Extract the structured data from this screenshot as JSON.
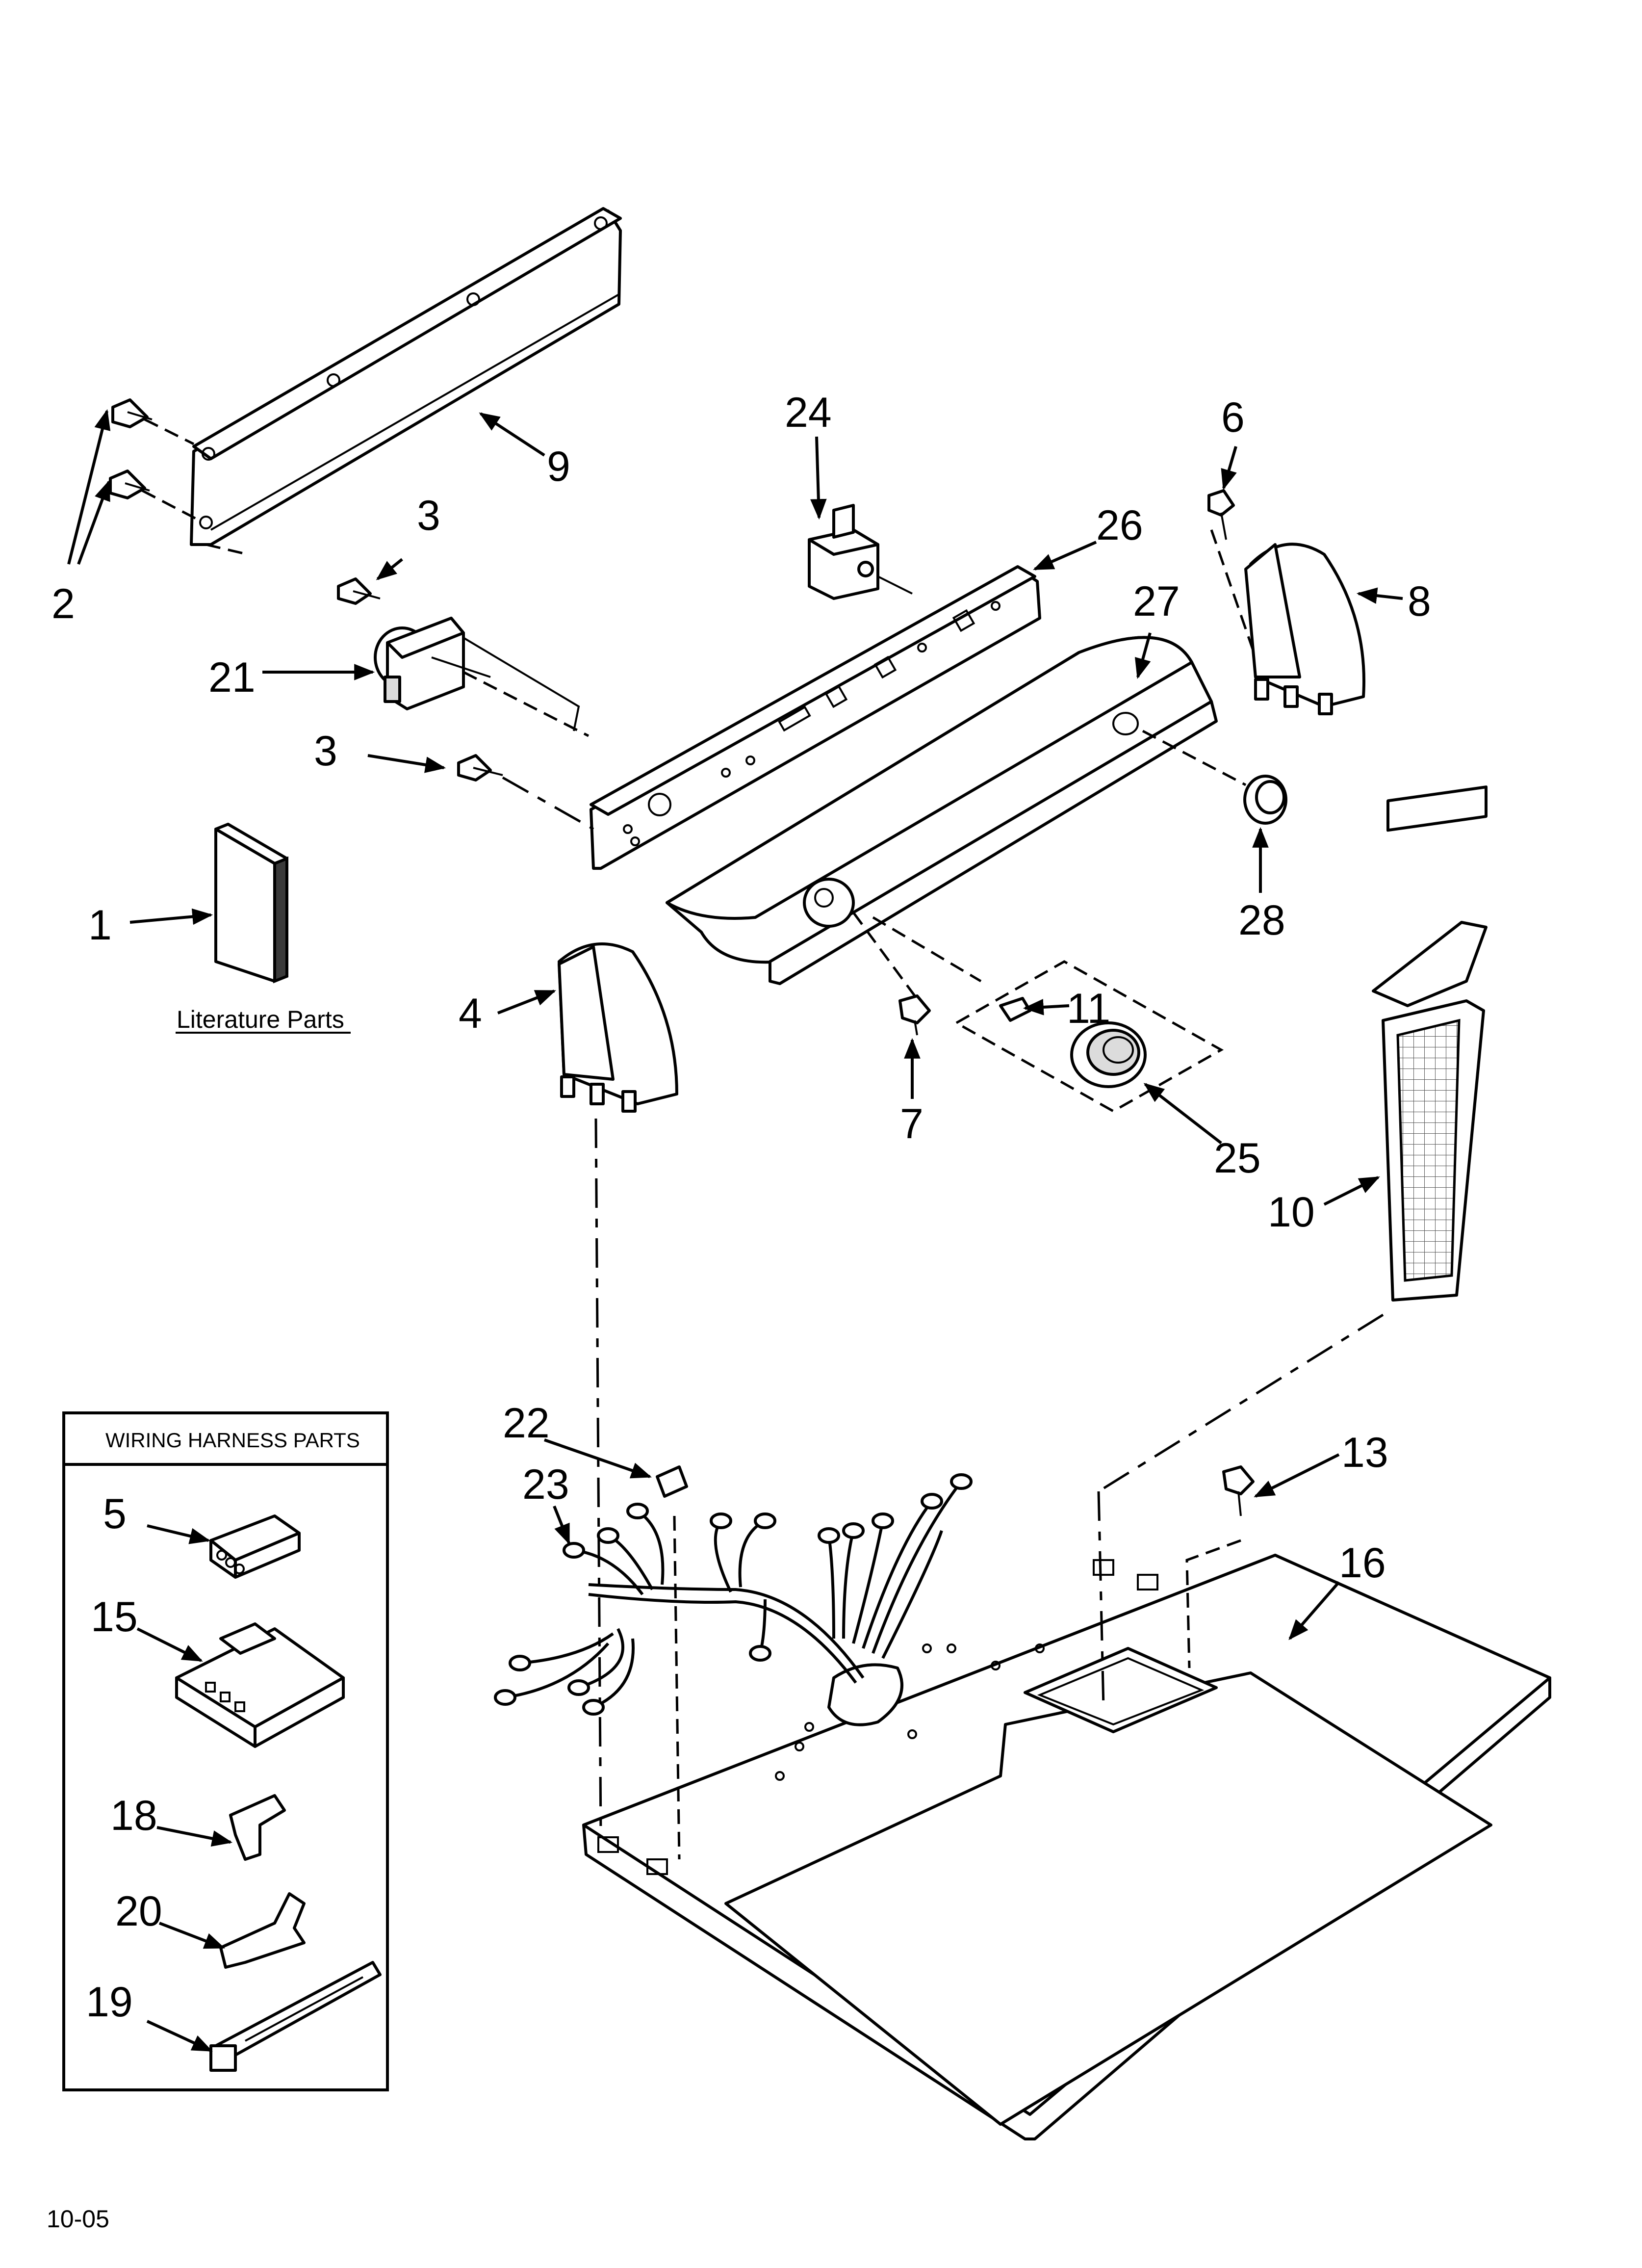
{
  "diagram": {
    "revision_code": "10-05",
    "literature_caption": "Literature Parts",
    "wiring_box_title": "WIRING HARNESS PARTS",
    "callouts": {
      "c1": "1",
      "c2": "2",
      "c3a": "3",
      "c3b": "3",
      "c4": "4",
      "c5": "5",
      "c6": "6",
      "c7": "7",
      "c8": "8",
      "c9": "9",
      "c10": "10",
      "c11": "11",
      "c13": "13",
      "c15": "15",
      "c16": "16",
      "c18": "18",
      "c19": "19",
      "c20": "20",
      "c21": "21",
      "c22": "22",
      "c23": "23",
      "c24": "24",
      "c25": "25",
      "c26": "26",
      "c27": "27",
      "c28": "28"
    }
  }
}
